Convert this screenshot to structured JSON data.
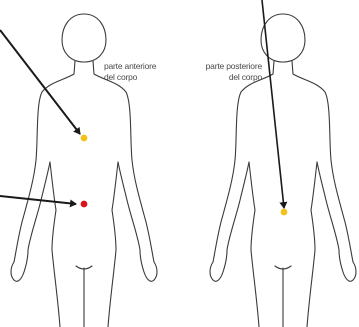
{
  "labels": {
    "front": {
      "line1": "parte anteriore",
      "line2": "del corpo"
    },
    "back": {
      "line1": "parte posteriore",
      "line2": "del corpo"
    }
  },
  "colors": {
    "outline": "#3a3a3a",
    "arrow": "#1a1a1a",
    "yellow_point": "#f2c21b",
    "red_point": "#d8141c"
  },
  "markers": [
    {
      "name": "front-chest-point",
      "color": "yellow"
    },
    {
      "name": "front-abdomen-point",
      "color": "red"
    },
    {
      "name": "back-lower-point",
      "color": "yellow"
    }
  ]
}
